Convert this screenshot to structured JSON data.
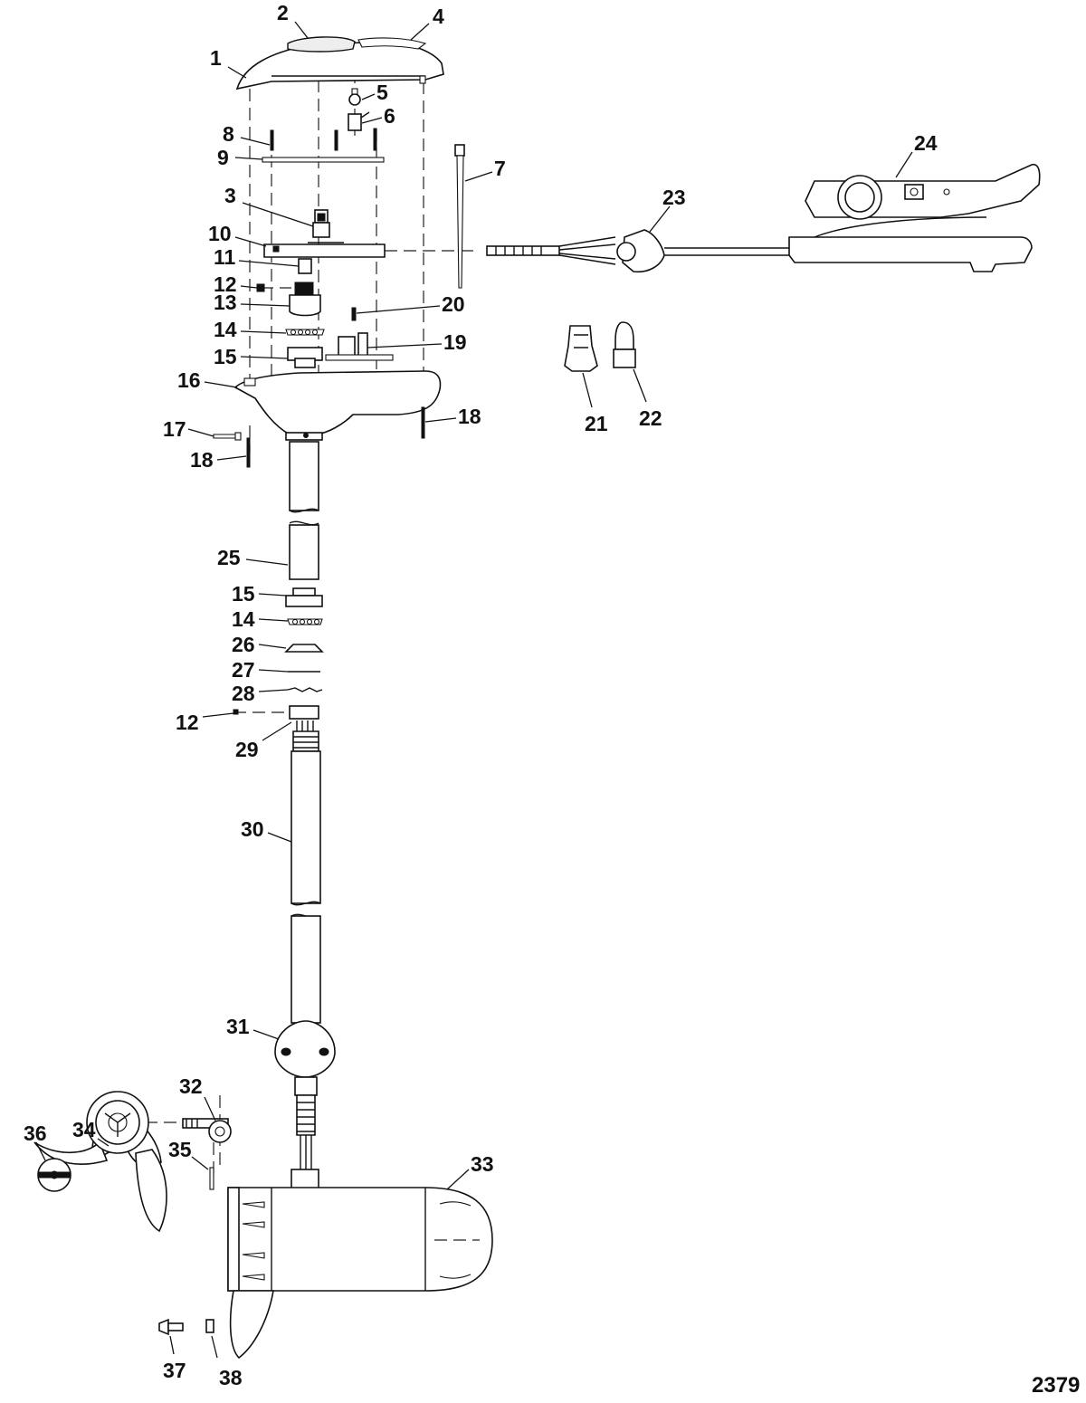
{
  "figure_number": "2379",
  "callouts": [
    {
      "id": "1",
      "label": "1"
    },
    {
      "id": "2",
      "label": "2"
    },
    {
      "id": "3",
      "label": "3"
    },
    {
      "id": "4",
      "label": "4"
    },
    {
      "id": "5",
      "label": "5"
    },
    {
      "id": "6",
      "label": "6"
    },
    {
      "id": "7",
      "label": "7"
    },
    {
      "id": "8",
      "label": "8"
    },
    {
      "id": "9",
      "label": "9"
    },
    {
      "id": "10",
      "label": "10"
    },
    {
      "id": "11",
      "label": "11"
    },
    {
      "id": "12a",
      "label": "12"
    },
    {
      "id": "13",
      "label": "13"
    },
    {
      "id": "14a",
      "label": "14"
    },
    {
      "id": "15a",
      "label": "15"
    },
    {
      "id": "16",
      "label": "16"
    },
    {
      "id": "17",
      "label": "17"
    },
    {
      "id": "18a",
      "label": "18"
    },
    {
      "id": "18b",
      "label": "18"
    },
    {
      "id": "19",
      "label": "19"
    },
    {
      "id": "20",
      "label": "20"
    },
    {
      "id": "21",
      "label": "21"
    },
    {
      "id": "22",
      "label": "22"
    },
    {
      "id": "23",
      "label": "23"
    },
    {
      "id": "24",
      "label": "24"
    },
    {
      "id": "25",
      "label": "25"
    },
    {
      "id": "15b",
      "label": "15"
    },
    {
      "id": "14b",
      "label": "14"
    },
    {
      "id": "26",
      "label": "26"
    },
    {
      "id": "27",
      "label": "27"
    },
    {
      "id": "28",
      "label": "28"
    },
    {
      "id": "12b",
      "label": "12"
    },
    {
      "id": "29",
      "label": "29"
    },
    {
      "id": "30",
      "label": "30"
    },
    {
      "id": "31",
      "label": "31"
    },
    {
      "id": "32",
      "label": "32"
    },
    {
      "id": "33",
      "label": "33"
    },
    {
      "id": "34",
      "label": "34"
    },
    {
      "id": "35",
      "label": "35"
    },
    {
      "id": "36",
      "label": "36"
    },
    {
      "id": "37",
      "label": "37"
    },
    {
      "id": "38",
      "label": "38"
    }
  ]
}
